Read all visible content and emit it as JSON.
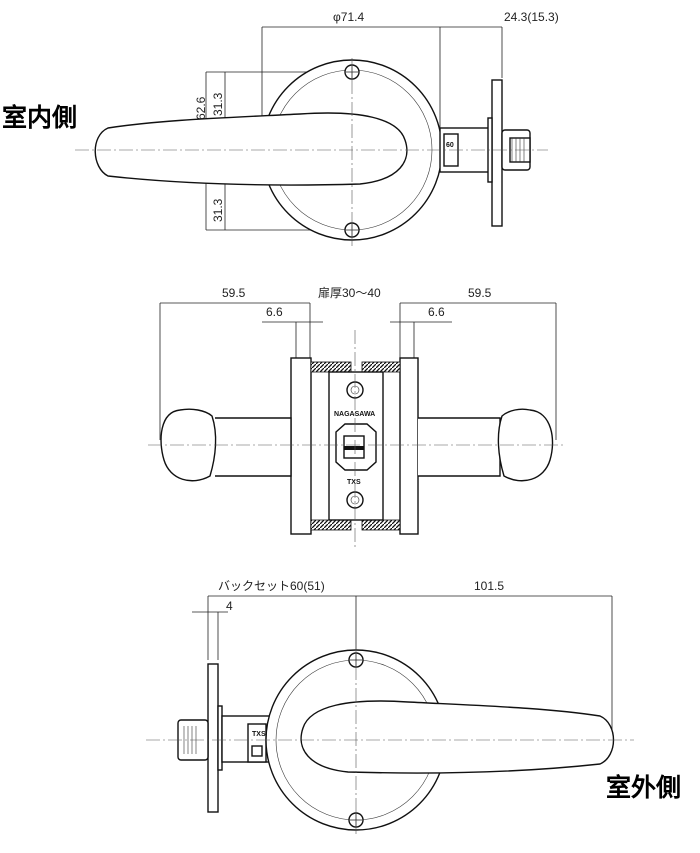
{
  "labels": {
    "indoor": "室内側",
    "outdoor": "室外側"
  },
  "top_view": {
    "diameter": "φ71.4",
    "offset": "24.3(15.3)",
    "height_total": "62.6",
    "height_upper": "31.3",
    "height_lower": "31.3",
    "latch_mark": "60"
  },
  "middle_view": {
    "left_length": "59.5",
    "right_length": "59.5",
    "door_thickness": "扉厚30～40",
    "left_rose": "6.6",
    "right_rose": "6.6",
    "brand": "NAGASAWA",
    "model": "TXS"
  },
  "bottom_view": {
    "backset": "バックセット60(51)",
    "plate": "4",
    "lever_length": "101.5",
    "model": "TXS"
  }
}
